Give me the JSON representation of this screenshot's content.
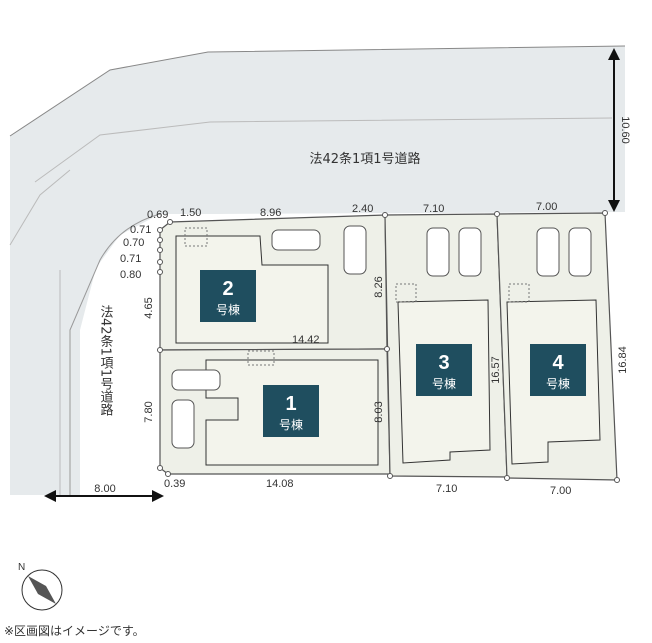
{
  "roads": {
    "top": "法42条1項1号道路",
    "left": "法42条1項1号道路"
  },
  "dimensions": {
    "road_width_right": "10.60",
    "road_width_left": "8.00",
    "corner_1": "0.69",
    "corner_2": "0.71",
    "corner_3": "0.70",
    "corner_4": "0.71",
    "corner_5": "0.80",
    "top_1": "1.50",
    "top_2": "8.96",
    "top_3": "2.40",
    "top_4": "7.10",
    "top_5": "7.00",
    "lot2_side": "4.65",
    "lot2_bottom": "14.42",
    "lot2_right": "8.26",
    "lot1_side": "7.80",
    "lot1_corner": "0.39",
    "lot1_bottom": "14.08",
    "lot1_right": "8.03",
    "lot3_right": "16.57",
    "lot4_right": "16.84",
    "bottom_3": "7.10",
    "bottom_4": "7.00"
  },
  "buildings": [
    {
      "num": "2",
      "label": "号棟"
    },
    {
      "num": "1",
      "label": "号棟"
    },
    {
      "num": "3",
      "label": "号棟"
    },
    {
      "num": "4",
      "label": "号棟"
    }
  ],
  "compass": {
    "north": "N"
  },
  "note": "※区画図はイメージです。",
  "colors": {
    "road": "#e6eaec",
    "lot": "#eef0e8",
    "building": "#eef0e4",
    "label_box": "#1f4e5f",
    "line": "#555555"
  }
}
